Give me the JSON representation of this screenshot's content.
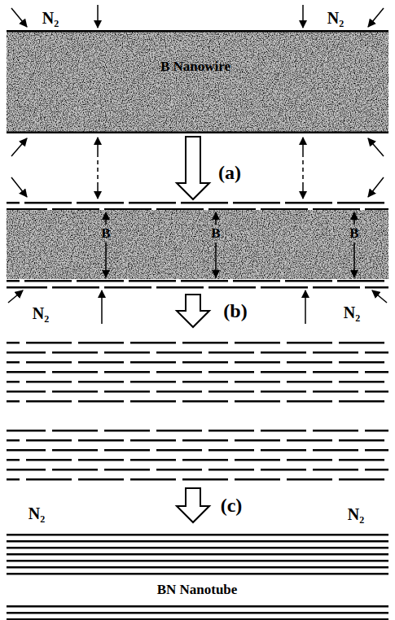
{
  "diagram": {
    "nodes": [
      {
        "text": [
          "B Nanowire"
        ]
      },
      {
        "text": [
          "B",
          "B",
          "B"
        ]
      }
    ],
    "edges": [
      {
        "from": 0,
        "to": 1,
        "arrow": "to",
        "label": "(a)"
      }
    ],
    "labels": [
      "N₂",
      "N₂",
      "N₂",
      "(b)",
      "N₂",
      "N₂",
      "(c)",
      "N₂",
      "BN Nanotube"
    ]
  }
}
